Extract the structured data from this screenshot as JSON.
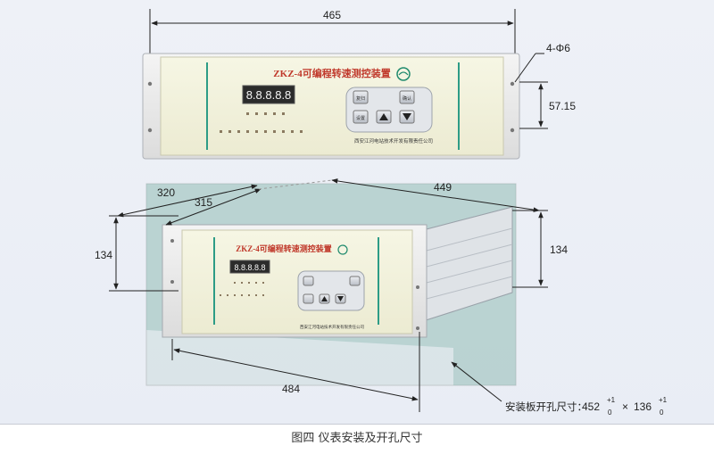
{
  "top_view": {
    "width_dim": "465",
    "hole_dim": "4-Φ6",
    "height_dim": "57.15",
    "panel": {
      "title": "ZKZ-4可编程转速测控装置",
      "display": "8.8.8.8.8",
      "manufacturer": "西安江河电站技术开发有限责任公司",
      "buttons": [
        "复归",
        "确认",
        "设置"
      ]
    }
  },
  "bottom_view": {
    "depth_320": "320",
    "depth_315": "315",
    "width_449": "449",
    "left_height": "134",
    "right_height": "134",
    "width_484": "484",
    "cutout_label": "安装板开孔尺寸：",
    "cutout_w": "452",
    "cutout_h": "136",
    "tol_plus": "+1",
    "tol_zero": "0",
    "times": "×",
    "panel": {
      "title": "ZKZ-4可编程转速测控装置",
      "display": "8.8.8.8.8",
      "manufacturer": "西安江河电站技术开发有限责任公司"
    }
  },
  "caption": "图四  仪表安装及开孔尺寸"
}
